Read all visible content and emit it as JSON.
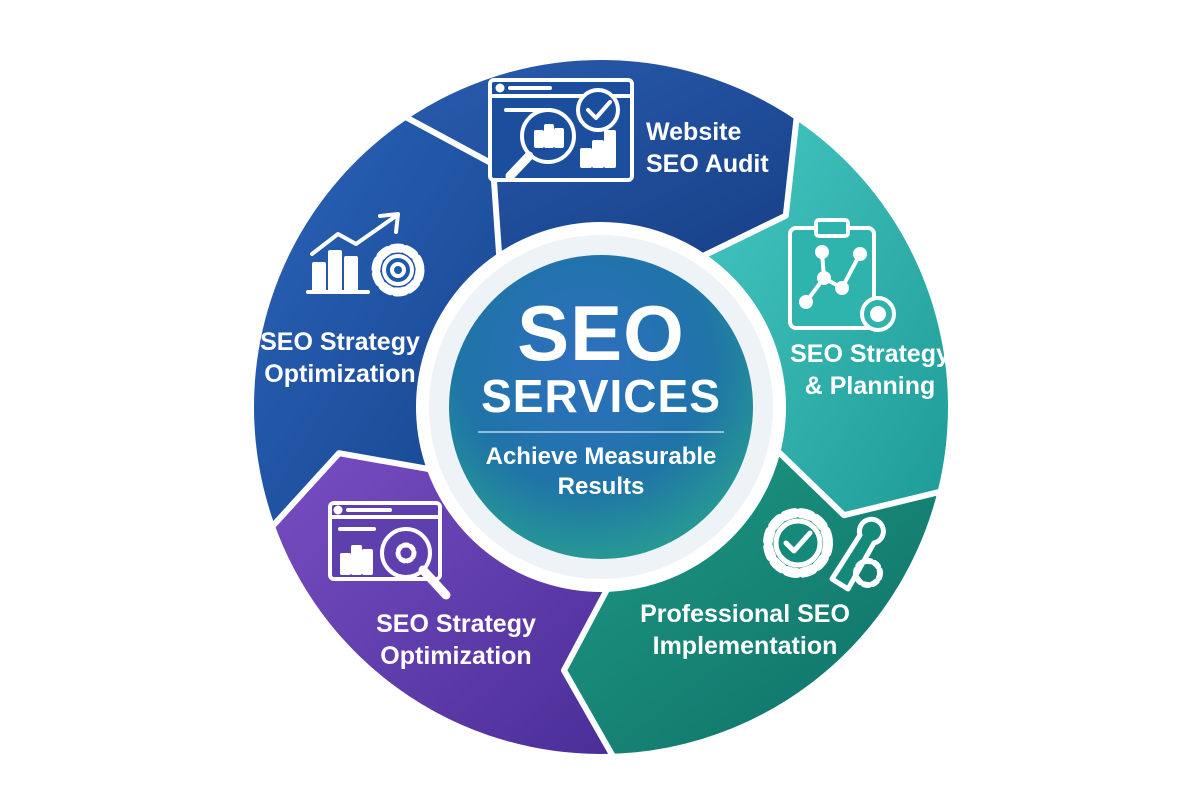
{
  "center": {
    "title": "SEO",
    "subtitle": "SERVICES",
    "tagline_line1": "Achieve Measurable",
    "tagline_line2": "Results"
  },
  "segments": [
    {
      "id": "audit",
      "line1": "Website",
      "line2": "SEO Audit",
      "color": "#1b4f9e",
      "icon": "website-audit-icon"
    },
    {
      "id": "planning",
      "line1": "SEO Strategy",
      "line2": "& Planning",
      "color": "#2fb3ad",
      "icon": "clipboard-plan-icon"
    },
    {
      "id": "implementation",
      "line1": "Professional SEO",
      "line2": "Implementation",
      "color": "#168a7a",
      "icon": "gear-wrench-icon"
    },
    {
      "id": "optimization-purple",
      "line1": "SEO Strategy",
      "line2": "Optimization",
      "color": "#5d3fae",
      "icon": "browser-magnifier-icon"
    },
    {
      "id": "optimization-blue",
      "line1": "SEO Strategy",
      "line2": "Optimization",
      "color": "#1f5aa8",
      "icon": "growth-chart-gear-icon"
    }
  ]
}
